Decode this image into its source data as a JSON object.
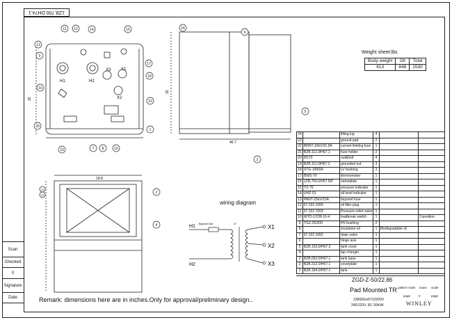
{
  "drawing_number": "1ZB.700.DH74.1",
  "side_blocks": [
    "Scan",
    "Checked",
    "0",
    "Signature",
    "Date"
  ],
  "weight": {
    "title": "Weight sheet:lbs",
    "headers": [
      "Body weight",
      "Oil",
      "Total"
    ],
    "values": [
      "413",
      "848",
      "1530"
    ]
  },
  "wiring": {
    "title": "wiring diagram",
    "h1": "H1",
    "h2": "H2",
    "x1": "X1",
    "x2": "X2",
    "x3": "X3",
    "bayonet": "Bayonet fuse",
    "l37": "37"
  },
  "dims": {
    "front_height": "32",
    "front_width": "46.7",
    "side_height": "32",
    "plan_width": "19.8"
  },
  "bom": [
    {
      "n": "24",
      "code": "",
      "desc": "lifting lug",
      "q": "4",
      "mat": "",
      "rem": ""
    },
    {
      "n": "23",
      "code": "",
      "desc": "ground pad",
      "q": "2",
      "mat": "",
      "rem": ""
    },
    {
      "n": "22",
      "code": "BRNT-10kV/31.5A",
      "desc": "current limiting fuse",
      "q": "1",
      "mat": "",
      "rem": ""
    },
    {
      "n": "21",
      "code": "BZB.111.0/H67.1",
      "desc": "fuse holder",
      "q": "2",
      "mat": "",
      "rem": ""
    },
    {
      "n": "20",
      "code": "M170",
      "desc": "nut&bolt",
      "q": "4",
      "mat": "",
      "rem": ""
    },
    {
      "n": "19",
      "code": "BZB.111.0/H67.2",
      "desc": "grounded nut",
      "q": "3",
      "mat": "",
      "rem": ""
    },
    {
      "n": "18",
      "code": "XTG-1/800A",
      "desc": "LV bushing",
      "q": "3",
      "mat": "",
      "rem": ""
    },
    {
      "n": "17",
      "code": "BWS-70",
      "desc": "thermometer",
      "q": "1",
      "mat": "",
      "rem": ""
    },
    {
      "n": "16",
      "code": "1ZB.700.0/H67.NP",
      "desc": "nameplate",
      "q": "1",
      "mat": "",
      "rem": ""
    },
    {
      "n": "15",
      "code": "YZ-70",
      "desc": "pressure indicator",
      "q": "1",
      "mat": "",
      "rem": ""
    },
    {
      "n": "14",
      "code": "UHZ-01",
      "desc": "oil level indicator",
      "q": "1",
      "mat": "",
      "rem": ""
    },
    {
      "n": "13",
      "code": "PANT-25kV/15A",
      "desc": "bayonet fuse",
      "q": "1",
      "mat": "",
      "rem": ""
    },
    {
      "n": "12",
      "code": "57.322.1009",
      "desc": "oil filler plug",
      "q": "1",
      "mat": "",
      "rem": ""
    },
    {
      "n": "11",
      "code": "57.322.1009",
      "desc": "Pressure relief valve",
      "q": "1",
      "mat": "",
      "rem": ""
    },
    {
      "n": "10",
      "code": "WYD-12/38-16-4",
      "desc": "loadbreak switch",
      "q": "1",
      "mat": "",
      "rem": "2-position"
    },
    {
      "n": "9",
      "code": "TGZ-25/200",
      "desc": "HV bushing",
      "q": "2",
      "mat": "",
      "rem": ""
    },
    {
      "n": "8",
      "code": "",
      "desc": "Insulation oil",
      "q": "1",
      "mat": "Biodegradable oil",
      "rem": ""
    },
    {
      "n": "7",
      "code": "57.322.1002",
      "desc": "drain valve",
      "q": "1",
      "mat": "",
      "rem": ""
    },
    {
      "n": "6",
      "code": "",
      "desc": "hinge axis",
      "q": "1",
      "mat": "",
      "rem": ""
    },
    {
      "n": "5",
      "code": "BZB.153.0/H67.2",
      "desc": "tank cover",
      "q": "1",
      "mat": "",
      "rem": ""
    },
    {
      "n": "4",
      "code": "",
      "desc": "tap changer",
      "q": "1",
      "mat": "",
      "rem": ""
    },
    {
      "n": "3",
      "code": "BZB.053.0/H67.1",
      "desc": "tank base",
      "q": "1",
      "mat": "",
      "rem": ""
    },
    {
      "n": "2",
      "code": "BZB.312.0/H67.1",
      "desc": "coverplate",
      "q": "1",
      "mat": "",
      "rem": ""
    },
    {
      "n": "1",
      "code": "BZB.184.0/H67.1",
      "desc": "tank",
      "q": "1",
      "mat": "",
      "rem": ""
    }
  ],
  "title_block": {
    "model": "ZGD-Z-50/22.86",
    "product": "Pad Mounted TR",
    "rating1": "22860GrdY/13200V",
    "rating2": "240/120V, 60, 50kVA",
    "brand": "WINLEY",
    "pattern": "pattern mark",
    "mass": "mass",
    "scale": "scale",
    "page": "page",
    "page_val": "0",
    "page2": "page"
  },
  "remark": "Remark: dimensions here are in inches.Only for approval/preliminary design..",
  "balloons": [
    "11",
    "12",
    "14",
    "15",
    "13",
    "9",
    "17",
    "18",
    "10",
    "19",
    "20",
    "1",
    "23",
    "7",
    "8",
    "16",
    "24",
    "6",
    "5",
    "3",
    "2",
    "4",
    "21",
    "22"
  ]
}
